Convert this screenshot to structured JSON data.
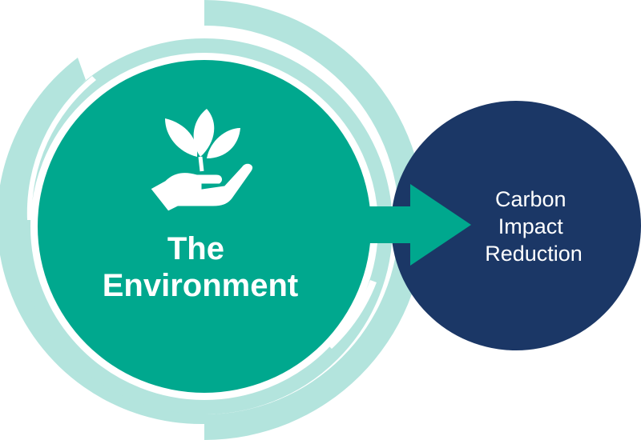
{
  "main_node": {
    "icon": "plant-in-hand-icon",
    "title_lines": [
      "The",
      "Environment"
    ],
    "color": "#00a88e",
    "ring_color": "#b3e4dd"
  },
  "arrow": {
    "icon": "arrow-right-icon",
    "color": "#00a88e"
  },
  "target_node": {
    "label_lines": [
      "Carbon",
      "Impact",
      "Reduction"
    ],
    "color": "#1b3766"
  }
}
